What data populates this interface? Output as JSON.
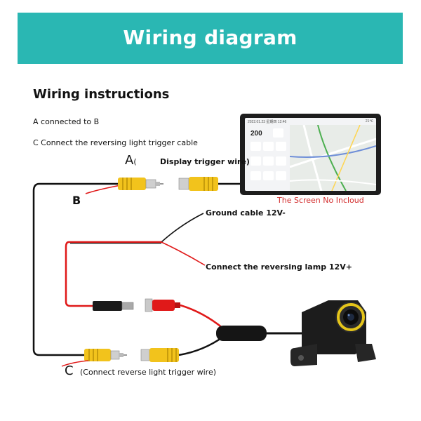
{
  "banner": {
    "title": "Wiring diagram"
  },
  "instructions": {
    "heading": "Wiring instructions",
    "line1": "A connected to B",
    "line2": "C Connect the reversing light trigger cable"
  },
  "labels": {
    "a_letter": "A",
    "a_paren": "(",
    "display_wire": "Display trigger wire)",
    "b_letter": "B",
    "ground": "Ground cable 12V-",
    "reverse_lamp": "Connect the reversing lamp 12V+",
    "screen_note": "The Screen No Incloud",
    "c_letter": "C",
    "c_note": "(Connect reverse light trigger wire)"
  },
  "head_unit": {
    "status_left": "2022.01.23  星期四  12:46",
    "status_right": "21℃",
    "speed": "200"
  },
  "colors": {
    "banner": "#2ab7b3",
    "rca_yellow": "#f2c31c",
    "wire_red": "#e01919",
    "wire_black": "#111111",
    "note_red": "#d32f2f"
  }
}
